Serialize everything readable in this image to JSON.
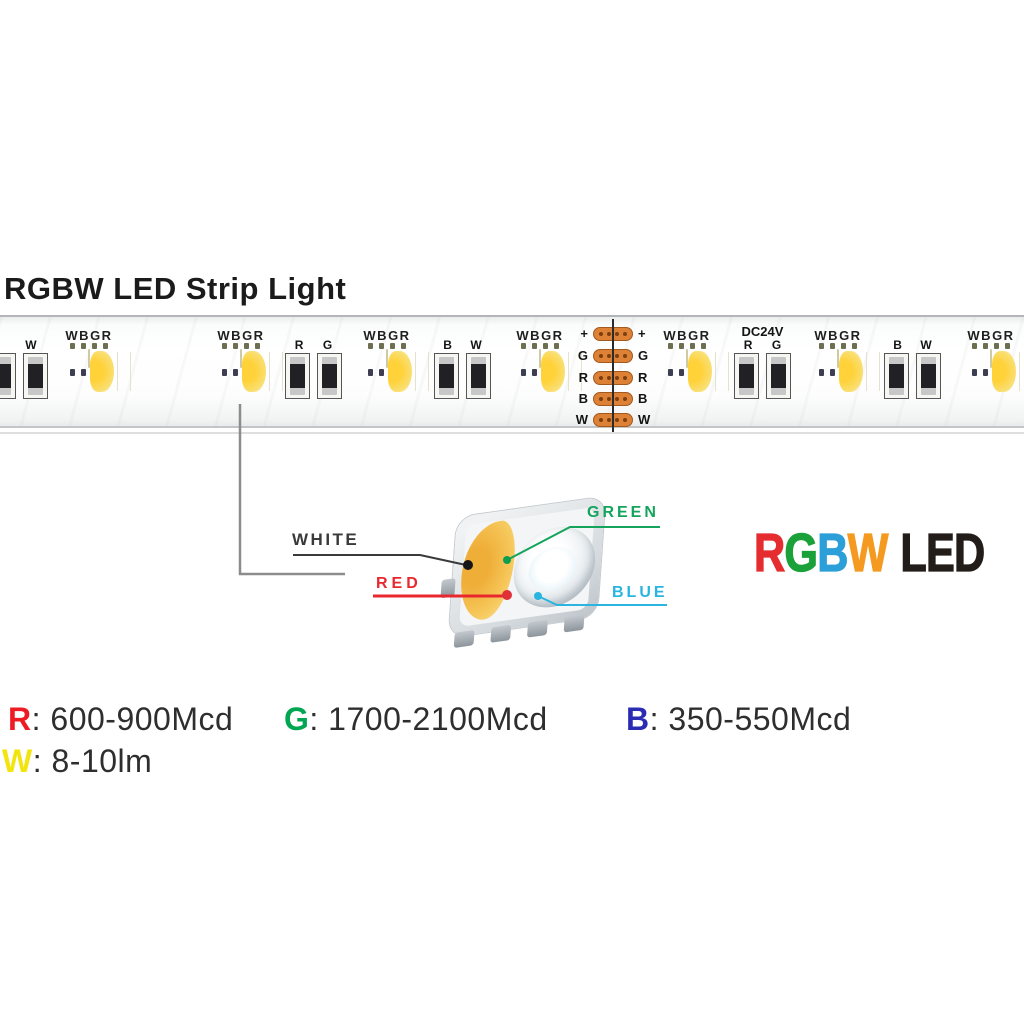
{
  "title": "RGBW LED Strip Light",
  "strip": {
    "chip_label": "WBGR",
    "edge_pair": {
      "labels": [
        "",
        "W"
      ]
    },
    "resistor_pairs": [
      {
        "top_label": "",
        "labels": [
          "R",
          "G"
        ]
      },
      {
        "top_label": "",
        "labels": [
          "B",
          "W"
        ]
      },
      {
        "top_label": "DC24V",
        "labels": [
          "R",
          "G"
        ]
      },
      {
        "top_label": "",
        "labels": [
          "B",
          "W"
        ]
      }
    ],
    "pad_labels": [
      "+",
      "G",
      "R",
      "B",
      "W"
    ]
  },
  "diagram": {
    "labels": {
      "white": "WHITE",
      "red": "RED",
      "green": "GREEN",
      "blue": "BLUE"
    },
    "colors": {
      "white": "#3a3a3a",
      "red": "#e8282e",
      "green": "#14a45c",
      "blue": "#2ab4e0",
      "phosphor": "#f3bc49"
    }
  },
  "logo": {
    "letters": [
      {
        "ch": "R",
        "color": "#e52d30"
      },
      {
        "ch": "G",
        "color": "#1ba13a"
      },
      {
        "ch": "B",
        "color": "#2b9fd8"
      },
      {
        "ch": "W",
        "color": "#f59a20"
      }
    ],
    "suffix": "LED",
    "suffix_color": "#231d1a"
  },
  "specs": [
    {
      "key": "R",
      "color": "#ed1c24",
      "value": ": 600-900Mcd"
    },
    {
      "key": "G",
      "color": "#00a651",
      "value": ": 1700-2100Mcd"
    },
    {
      "key": "B",
      "color": "#2a2db4",
      "value": ": 350-550Mcd"
    },
    {
      "key": "W",
      "color": "#f2e50e",
      "value": ": 8-10lm"
    }
  ]
}
